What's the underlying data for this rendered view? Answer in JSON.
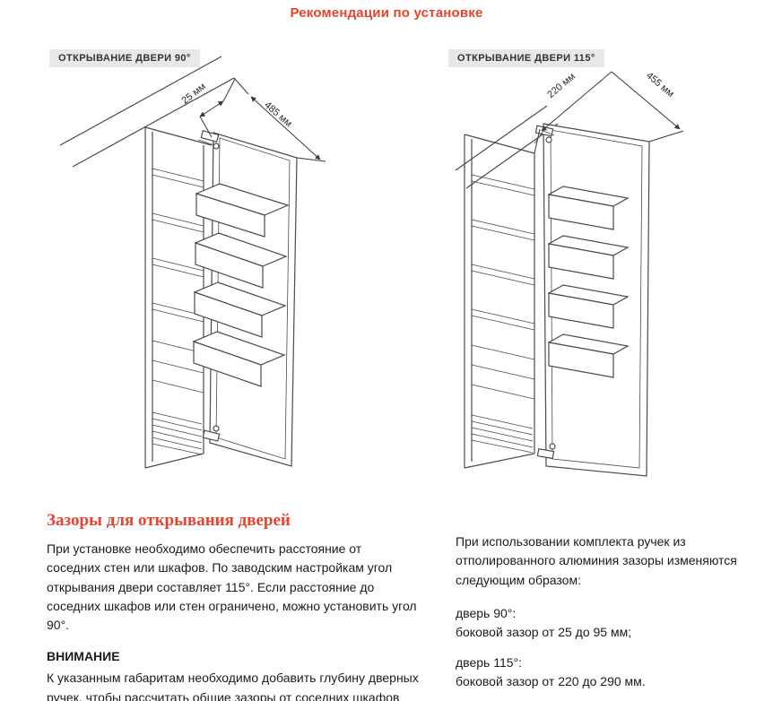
{
  "page": {
    "title": "Рекомендации по установке"
  },
  "diagrams": [
    {
      "label": "ОТКРЫВАНИЕ ДВЕРИ 90°",
      "dims": [
        "25 мм",
        "485 мм"
      ]
    },
    {
      "label": "ОТКРЫВАНИЕ ДВЕРИ 115°",
      "dims": [
        "220 мм",
        "455 мм"
      ]
    }
  ],
  "left_text": {
    "heading": "Зазоры для открывания дверей",
    "para1": "При установке необходимо обеспечить расстояние от соседних стен или шкафов. По заводским настройкам угол открывания двери составляет 115°. Если расстояние до соседних шкафов или стен ограничено, можно установить угол 90°.",
    "warning_title": "ВНИМАНИЕ",
    "warning_text": "К указанным габаритам необходимо добавить глубину дверных ручек, чтобы рассчитать общие зазоры от соседних шкафов или стен."
  },
  "right_text": {
    "intro": "При использовании комплекта ручек из отполированного алюминия зазоры изменяются следующим образом:",
    "door90_label": "дверь 90°:",
    "door90_value": "боковой зазор от 25 до 95 мм;",
    "door115_label": "дверь 115°:",
    "door115_value": "боковой зазор от 220 до 290 мм."
  },
  "colors": {
    "accent": "#e8432d",
    "text": "#1b1b1b",
    "line": "#4a4a4a",
    "label_bg": "#e8e8e8",
    "label_text": "#333333"
  }
}
